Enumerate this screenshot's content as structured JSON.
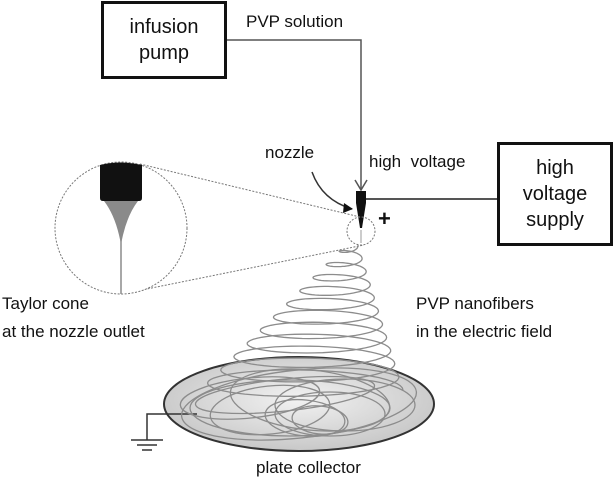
{
  "title": "Electrospinning setup schematic",
  "boxes": {
    "infusion_pump": [
      "infusion",
      "pump"
    ],
    "hv_supply": [
      "high",
      "voltage",
      "supply"
    ]
  },
  "labels": {
    "pvp_solution": "PVP solution",
    "nozzle": "nozzle",
    "high_voltage": "high  voltage",
    "plus": "+",
    "taylor_cone_1": "Taylor cone",
    "taylor_cone_2": "at the nozzle outlet",
    "nanofibers_1": "PVP nanofibers",
    "nanofibers_2": "in the electric field",
    "plate_collector": "plate collector"
  },
  "colors": {
    "line": "#555555",
    "dark": "#111111",
    "cone": "#8a8a8a",
    "fiber": "#8c8c8c",
    "plate_fill": "#d6d6d6"
  }
}
